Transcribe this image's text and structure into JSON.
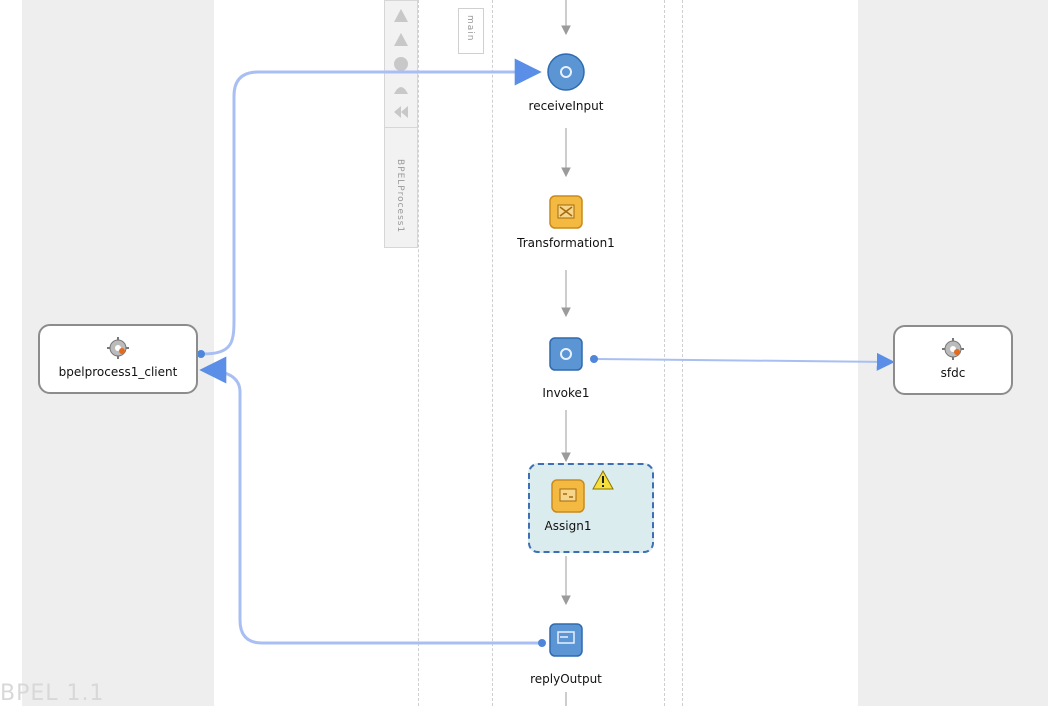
{
  "process": {
    "vertical_tab_label": "BPELProcess1",
    "main_tab_label": "main",
    "bpel_version_label": "BPEL 1.1"
  },
  "partners": {
    "left_label": "bpelprocess1_client",
    "right_label": "sfdc"
  },
  "activities": [
    {
      "label": "receiveInput",
      "kind": "receive"
    },
    {
      "label": "Transformation1",
      "kind": "transform"
    },
    {
      "label": "Invoke1",
      "kind": "invoke"
    },
    {
      "label": "Assign1",
      "kind": "assign",
      "warning": true,
      "selected": true
    },
    {
      "label": "replyOutput",
      "kind": "reply"
    }
  ],
  "colors": {
    "swimlane_bg": "#eeeeee",
    "connector": "#a9bff3",
    "arrow": "#5b8ee6",
    "activity_blue": "#5b95d3",
    "activity_orange": "#f3b941",
    "selection_border": "#3e6fb6",
    "selection_fill": "#dbecef"
  }
}
